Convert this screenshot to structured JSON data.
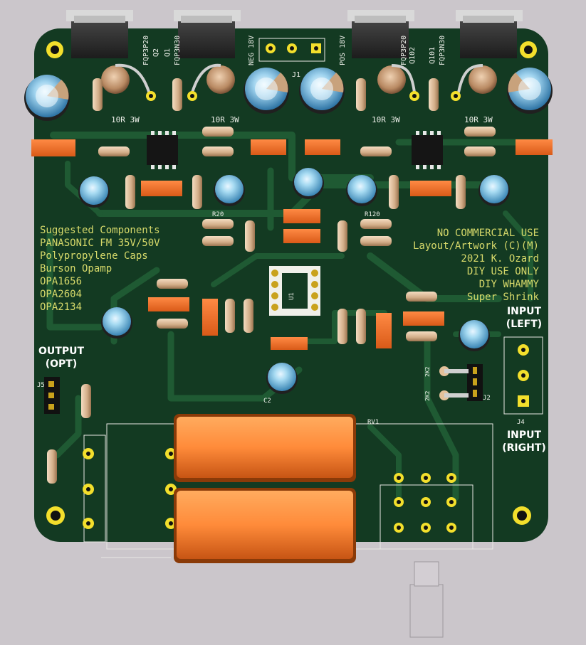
{
  "board": {
    "name": "DIY WHAMMY Super Shrink",
    "colors": {
      "background": "#cbc6cb",
      "board": "#133a22",
      "trace": "#1f5a33",
      "silkscreen_yellow": "#d6d96a",
      "silkscreen_white": "#e8e8e4",
      "pad": "#f3df2c",
      "smd": "#f0712a",
      "electrolytic": "#8ecbe8",
      "resistor": "#d9b994",
      "film_cap": "#ff8a3a",
      "heatsink": "#2b2b2b"
    }
  },
  "notes_left": {
    "lines": [
      "Suggested Components",
      "PANASONIC FM 35V/50V",
      "Polypropylene Caps",
      "Burson Opamp",
      "OPA1656",
      "OPA2604",
      "OPA2134"
    ]
  },
  "notes_right": {
    "lines": [
      "NO COMMERCIAL USE",
      "Layout/Artwork (C)(M)",
      "2021 K. Ozard",
      "DIY USE ONLY",
      "DIY WHAMMY",
      "Super Shrink"
    ]
  },
  "connectors": {
    "output_label": [
      "OUTPUT",
      "(OPT)"
    ],
    "input_left_label": [
      "INPUT",
      "(LEFT)"
    ],
    "input_right_label": [
      "INPUT",
      "(RIGHT)"
    ],
    "power_neg": "NEG 18V",
    "power_pos": "POS 18V"
  },
  "refs": {
    "q1": "Q1",
    "q2": "Q2",
    "q102": "Q102",
    "q101": "Q101",
    "fq_left": "FQP3P20",
    "fq_left2": "FQP3N30",
    "fq_right": "FQP3N30",
    "fq_right2": "FQP3P20",
    "j1": "J1",
    "j2": "J2",
    "j4": "J4",
    "j5": "J5",
    "u1": "U1",
    "c2": "C2",
    "rv1": "RV1",
    "r20": "R20",
    "r120": "R120",
    "res_3w_a": "10R 3W",
    "res_3w_b": "10R 3W",
    "res_3w_c": "10R 3W",
    "res_3w_d": "10R 3W",
    "r2k2_a": "2K2",
    "r2k2_b": "2K2"
  }
}
